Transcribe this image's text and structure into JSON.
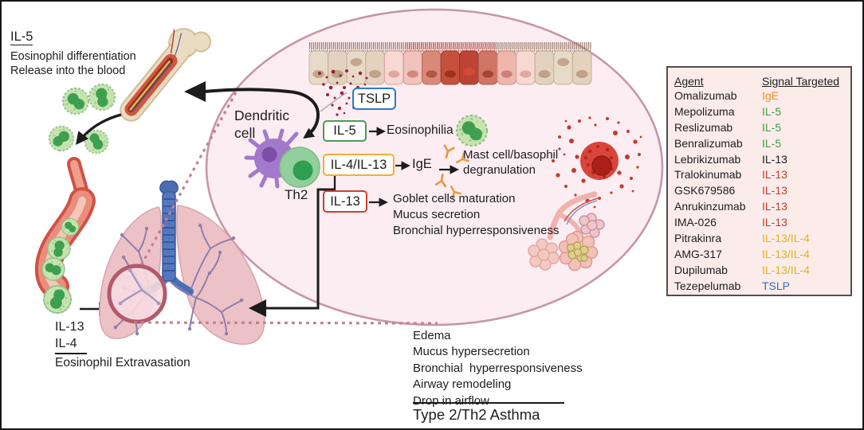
{
  "top_left": {
    "heading": "IL-5",
    "lines": [
      "Eosinophil differentiation",
      "Release into the blood"
    ]
  },
  "pathway": {
    "epithelium_signal": "TSLP",
    "dendritic_cell_label": "Dendritic cell",
    "th2_label": "Th2",
    "il5_box": "IL-5",
    "il5_effect": "Eosinophilia",
    "il4il13_box": "IL-4/IL-13",
    "ige_label": "IgE",
    "ige_effect_lines": [
      "Mast cell/basophil",
      "degranulation"
    ],
    "il13_box": "IL-13",
    "il13_effects": [
      "Goblet cells maturation",
      "Mucus secretion",
      "Bronchial hyperresponsiveness"
    ]
  },
  "extravasation": {
    "line1": "IL-13",
    "line2": "IL-4",
    "caption": "Eosinophil Extravasation"
  },
  "asthma_summary": {
    "symptoms": [
      "Edema",
      "Mucus hypersecretion",
      "Bronchial  hyperresponsiveness",
      "Airway remodeling",
      "Drop in airflow"
    ],
    "title": "Type 2/Th2 Asthma"
  },
  "agents_table": {
    "headers": {
      "agent": "Agent",
      "signal": "Signal Targeted"
    },
    "rows": [
      {
        "agent": "Omalizumab",
        "signal": "IgE",
        "color": "#ee8d1e"
      },
      {
        "agent": "Mepolizuma",
        "signal": "IL-5",
        "color": "#3f9d49"
      },
      {
        "agent": "Reslizumab",
        "signal": "IL-5",
        "color": "#3f9d49"
      },
      {
        "agent": "Benralizumab",
        "signal": "IL-5",
        "color": "#3f9d49"
      },
      {
        "agent": "Lebrikizumab",
        "signal": "IL-13",
        "color": "#1d1d1d"
      },
      {
        "agent": "Tralokinumab",
        "signal": "IL-13",
        "color": "#c43b2b"
      },
      {
        "agent": "GSK679586",
        "signal": "IL-13",
        "color": "#c43b2b"
      },
      {
        "agent": "Anrukinzumab",
        "signal": "IL-13",
        "color": "#c43b2b"
      },
      {
        "agent": "IMA-026",
        "signal": "IL-13",
        "color": "#c43b2b"
      },
      {
        "agent": "Pitrakinra",
        "signal": "IL-13/IL-4",
        "color": "#e3b51b"
      },
      {
        "agent": "AMG-317",
        "signal": "IL-13/IL-4",
        "color": "#e3b51b"
      },
      {
        "agent": "Dupilumab",
        "signal": "IL-13/IL-4",
        "color": "#e3b51b"
      },
      {
        "agent": "Tezepelumab",
        "signal": "TSLP",
        "color": "#2d6fc1"
      }
    ]
  },
  "palette": {
    "ellipse_fill": "#fcedf2",
    "ellipse_border": "#c795a7",
    "tslp_border": "#2e79cc",
    "il5_border": "#4a9d52",
    "il4il13_border": "#f2ae3a",
    "il13_border": "#cf3f2d",
    "table_bg": "#fbecea",
    "signal_ige": "#ee8d1e",
    "signal_il5": "#3f9d49",
    "signal_il13_neutral": "#1d1d1d",
    "signal_il13_red": "#c43b2b",
    "signal_il13_il4": "#e3b51b",
    "signal_tslp": "#2d6fc1"
  }
}
